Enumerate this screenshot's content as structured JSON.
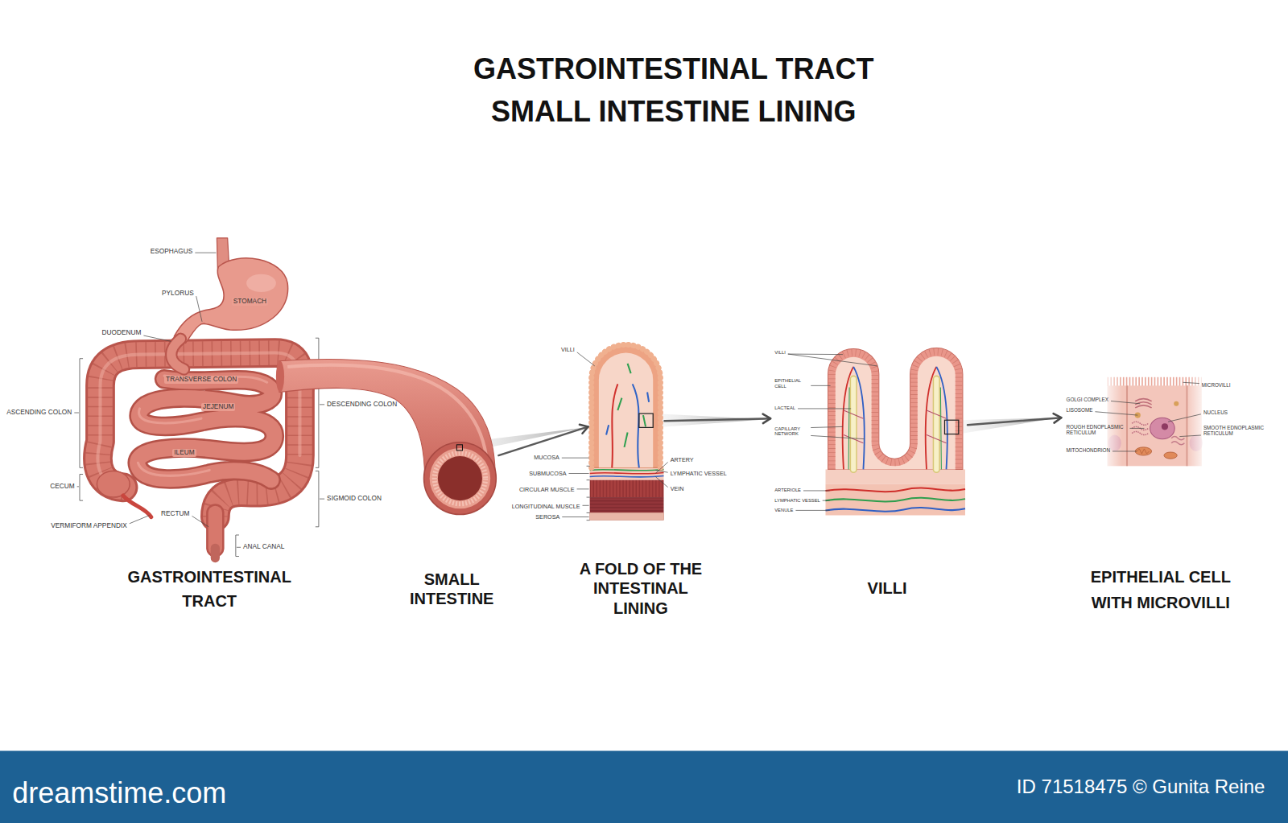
{
  "diagram": {
    "title": "GASTROINTESTINAL TRACT SMALL INTESTINE LINING",
    "nodes": [
      {
        "text": [
          "GASTROINTESTINAL TRACT"
        ]
      },
      {
        "text": [
          "SMALL INTESTINE"
        ]
      },
      {
        "text": [
          "A FOLD OF THE INTESTINAL LINING"
        ]
      },
      {
        "text": [
          "VILLI"
        ]
      },
      {
        "text": [
          "EPITHELIAL CELL WITH MICROVILLI"
        ]
      }
    ],
    "edges": [
      {
        "from": 1,
        "to": 2,
        "arrow": "to"
      },
      {
        "from": 2,
        "to": 3,
        "arrow": "to"
      },
      {
        "from": 3,
        "to": 4,
        "arrow": "to"
      }
    ],
    "labels": [
      "ESOPHAGUS",
      "PYLORUS",
      "STOMACH",
      "DUODENUM",
      "TRANSVERSE COLON",
      "JEJENUM",
      "ASCENDING COLON",
      "DESCENDING COLON",
      "ILEUM",
      "CECUM",
      "SIGMOID COLON",
      "VERMIFORM APPENDIX",
      "RECTUM",
      "ANAL CANAL",
      "VILLI",
      "MUCOSA",
      "SUBMUCOSA",
      "CIRCULAR MUSCLE",
      "LONGITUDINAL MUSCLE",
      "SEROSA",
      "ARTERY",
      "LYMPHATIC VESSEL",
      "VEIN",
      "VILLI",
      "EPITHELIAL CELL",
      "LACTEAL",
      "CAPILLARY NETWORK",
      "ARTERIOLE",
      "LYMPHATIC VESSEL",
      "VENULE",
      "GOLGI COMPLEX",
      "LISOSOME",
      "ROUGH EDNOPLASMIC RETICULUM",
      "MITOCHONDRION",
      "MICROVILLI",
      "NUCLEUS",
      "SMOOTH EDNOPLASMIC RETICULUM",
      "dreamstime.com",
      "ID 71518475 © Gunita Reine"
    ]
  }
}
